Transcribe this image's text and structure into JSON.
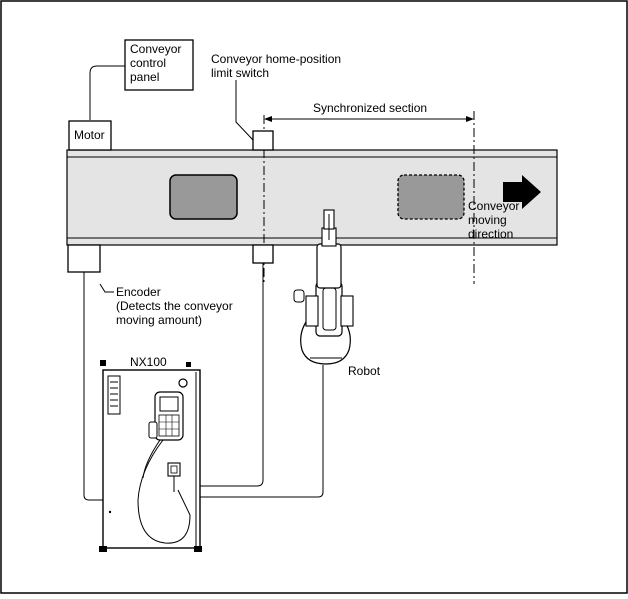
{
  "labels": {
    "conveyor_control_panel": [
      "Conveyor",
      "control",
      "panel"
    ],
    "limit_switch": [
      "Conveyor home-position",
      "limit switch"
    ],
    "synchronized_section": "Synchronized section",
    "motor": "Motor",
    "encoder": [
      "Encoder",
      "(Detects the conveyor",
      "moving amount)"
    ],
    "conveyor_direction": [
      "Conveyor",
      "moving",
      "direction"
    ],
    "robot": "Robot",
    "controller": "NX100"
  },
  "colors": {
    "conveyor_fill": "#e4e4e4",
    "workpiece_fill": "#999999",
    "line": "#000000"
  }
}
